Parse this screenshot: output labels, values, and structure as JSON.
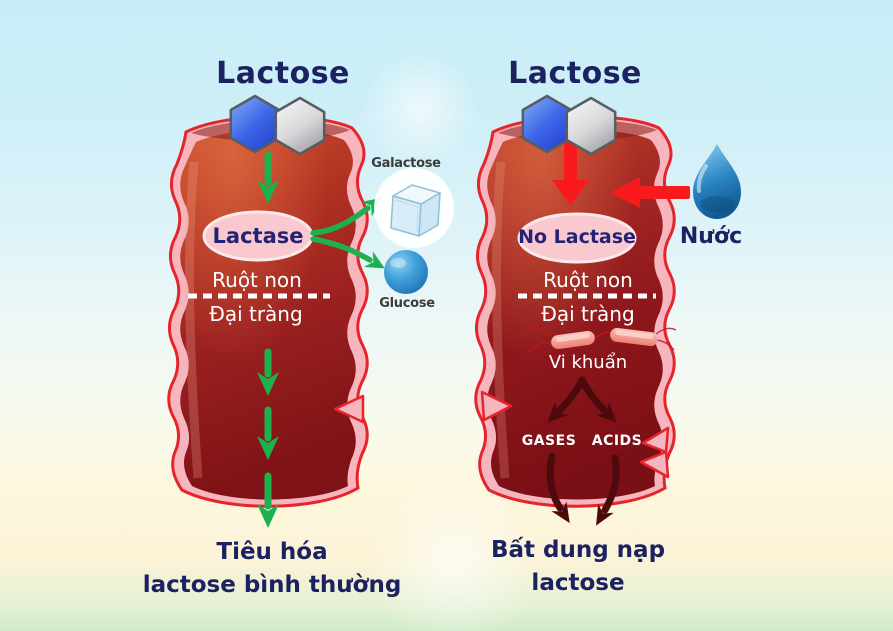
{
  "left": {
    "title": "Lactose",
    "enzyme": "Lactase",
    "small_intestine": "Ruột non",
    "large_intestine": "Đại tràng",
    "product_top": "Galactose",
    "product_bottom": "Glucose",
    "caption_line1": "Tiêu hóa",
    "caption_line2": "lactose bình thường"
  },
  "right": {
    "title": "Lactose",
    "enzyme": "No Lactase",
    "water": "Nước",
    "small_intestine": "Ruột non",
    "large_intestine": "Đại tràng",
    "bacteria": "Vi khuẩn",
    "gas": "GASES",
    "acid": "ACIDS",
    "caption_line1": "Bất dung nạp",
    "caption_line2": "lactose"
  },
  "icons": {
    "lactose_molecule": "blue-and-gray-hexagon-pair",
    "galactose": "ice-cube",
    "glucose": "blue-sphere",
    "water": "water-drop",
    "bacteria": "pink-rod-bacteria"
  },
  "colors": {
    "background_top": "#c9edf7",
    "background_cream": "#fdf7dd",
    "background_bottom_green": "#d0eac9",
    "title_navy": "#1b2161",
    "intestine_dark": "#8e1c1c",
    "intestine_pink_band": "#f7b6be",
    "intestine_outline": "#e6242b",
    "enzyme_oval_pink": "#f9c9cf",
    "arrow_green": "#1fb04e",
    "arrow_red": "#f81a1c",
    "arrow_dark_maroon": "#4d0a0c",
    "glucose_blue": "#2a8ccc",
    "water_blue": "#1b77b4",
    "hexagon_blue": "#2b50e0",
    "hexagon_gray": "#c9c9cd"
  }
}
